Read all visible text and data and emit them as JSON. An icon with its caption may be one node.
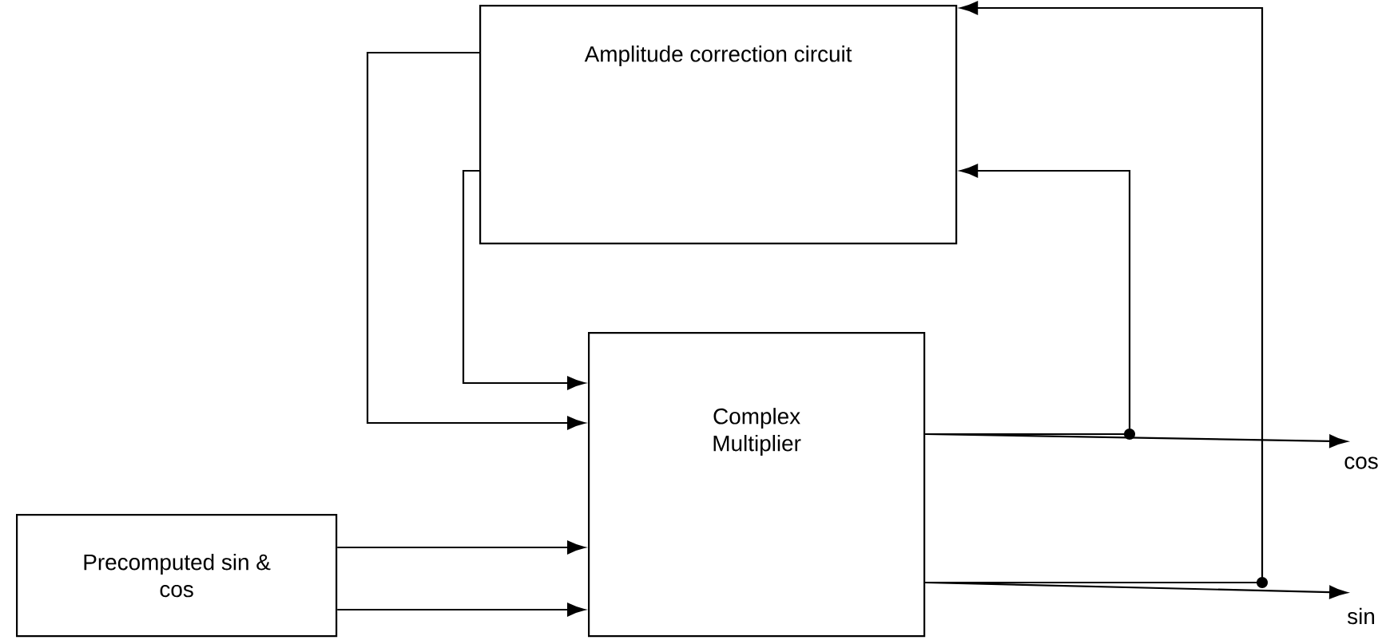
{
  "diagram": {
    "nodes": [
      {
        "text": [
          "Amplitude correction circuit"
        ]
      },
      {
        "text": [
          "Complex Multiplier"
        ]
      },
      {
        "text": [
          "Precomputed sin & cos"
        ]
      },
      {
        "text": [
          "cos"
        ]
      },
      {
        "text": [
          "sin"
        ]
      }
    ],
    "edges": [
      {
        "from": 0,
        "to": 1,
        "arrow": "to"
      },
      {
        "from": 0,
        "to": 1,
        "arrow": "to"
      },
      {
        "from": 2,
        "to": 1,
        "arrow": "to"
      },
      {
        "from": 2,
        "to": 1,
        "arrow": "to"
      },
      {
        "from": 1,
        "to": 3,
        "arrow": "to"
      },
      {
        "from": 1,
        "to": 0,
        "arrow": "to"
      },
      {
        "from": 1,
        "to": 4,
        "arrow": "to"
      },
      {
        "from": 1,
        "to": 0,
        "arrow": "to"
      }
    ]
  }
}
